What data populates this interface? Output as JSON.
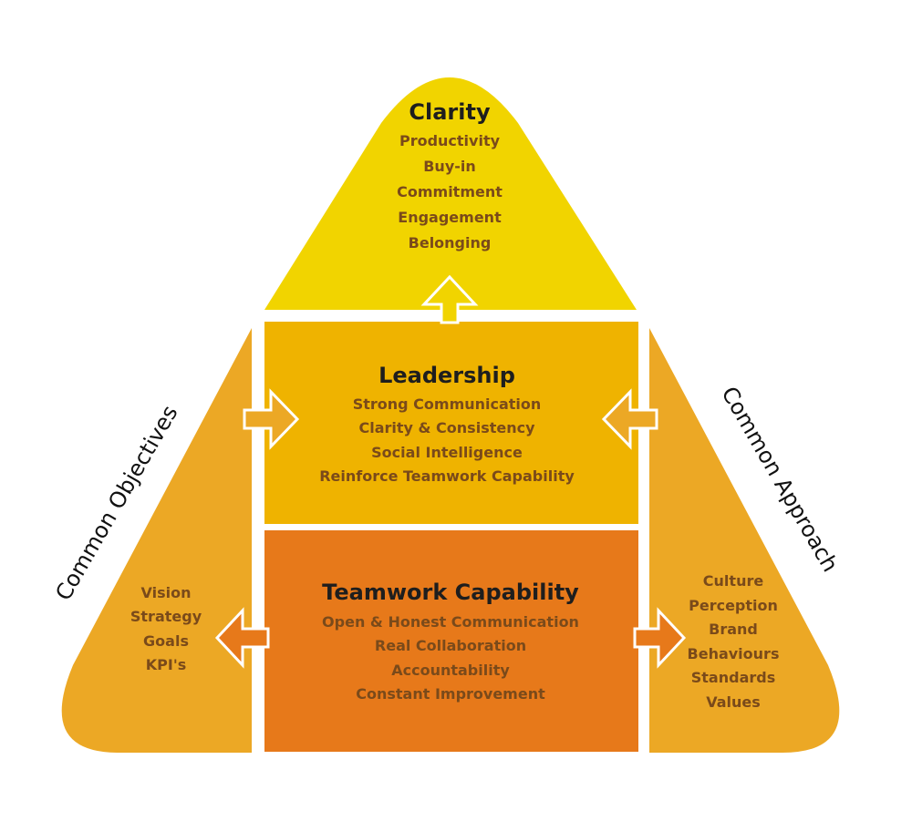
{
  "colors": {
    "top": "#f1d400",
    "middle": "#efb300",
    "bottom": "#e7791a",
    "sides": "#eca825",
    "arrow_outline": "#ffffff"
  },
  "top_section": {
    "title": "Clarity",
    "items": [
      "Productivity",
      "Buy-in",
      "Commitment",
      "Engagement",
      "Belonging"
    ]
  },
  "middle_section": {
    "title": "Leadership",
    "items": [
      "Strong Communication",
      "Clarity & Consistency",
      "Social Intelligence",
      "Reinforce Teamwork Capability"
    ]
  },
  "bottom_section": {
    "title": "Teamwork Capability",
    "items": [
      "Open & Honest Communication",
      "Real Collaboration",
      "Accountability",
      "Constant Improvement"
    ]
  },
  "left_section": {
    "label": "Common Objectives",
    "items": [
      "Vision",
      "Strategy",
      "Goals",
      "KPI's"
    ]
  },
  "right_section": {
    "label": "Common Approach",
    "items": [
      "Culture",
      "Perception",
      "Brand",
      "Behaviours",
      "Standards",
      "Values"
    ]
  }
}
